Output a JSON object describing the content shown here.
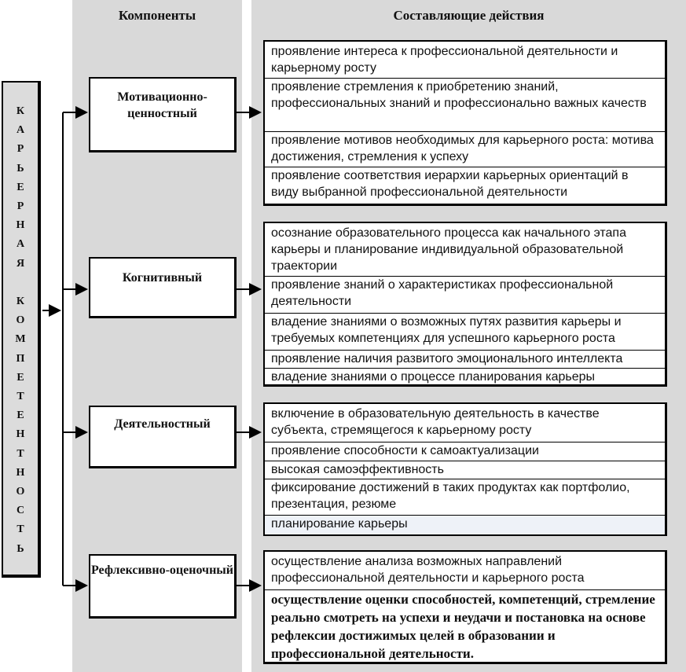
{
  "headers": {
    "components": "Компоненты",
    "actions": "Составляющие действия"
  },
  "vertical_label": [
    "К",
    "А",
    "Р",
    "Ь",
    "Е",
    "Р",
    "Н",
    "А",
    "Я",
    "",
    "К",
    "О",
    "М",
    "П",
    "Е",
    "Т",
    "Е",
    "Н",
    "Т",
    "Н",
    "О",
    "С",
    "Т",
    "Ь"
  ],
  "components": [
    {
      "title": "Мотивационно-ценностный",
      "actions": [
        "проявление интереса к профессиональной деятельности и карьерному росту",
        "проявление стремления к приобретению знаний, профессиональных знаний и профессионально важных качеств",
        "проявление  мотивов необходимых для карьерного роста: мотива достижения, стремления к успеху",
        "проявление соответствия иерархии карьерных ориентаций  в  виду выбранной профессиональной деятельности"
      ]
    },
    {
      "title": "Когнитивный",
      "actions": [
        "осознание образовательного процесса  как начального этапа карьеры и планирование индивидуальной образовательной траектории",
        "проявление знаний о характеристиках профессиональной деятельности",
        "владение знаниями о возможных путях развития карьеры и требуемых компетенциях для успешного карьерного роста",
        "проявление наличия развитого эмоционального интеллекта",
        "владение знаниями о процессе планирования карьеры"
      ]
    },
    {
      "title": "Деятельностный",
      "actions": [
        "включение в образовательную деятельность в качестве субъекта,  стремящегося к карьерному росту",
        "проявление способности к самоактуализации",
        "высокая самоэффективность",
        "фиксирование достижений в таких продуктах как портфолио, презентация, резюме",
        "планирование карьеры"
      ]
    },
    {
      "title": "Рефлексивно-оценочный",
      "actions": [
        "осуществление анализа возможных направлений профессиональной деятельности и карьерного роста",
        "осуществление оценки способностей, компетенций, стремление реально смотреть на успехи и неудачи и постановка на основе рефлексии достижимых целей в образовании и профессиональной деятельности."
      ]
    }
  ]
}
